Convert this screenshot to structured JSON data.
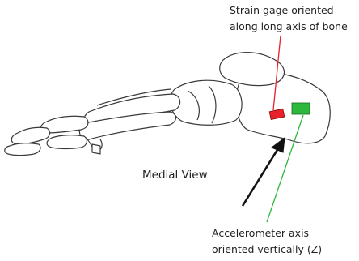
{
  "strain_gage_label": {
    "line1": "Strain gage oriented",
    "line2": "along long axis of bone",
    "color": "#e8212a"
  },
  "view_label": "Medial View",
  "accelerometer_label": {
    "line1": "Accelerometer axis",
    "line2": "oriented vertically (Z)",
    "color": "#2db83d"
  },
  "bone_outline_color": "#3a3a3a",
  "arrow_color": "#111111"
}
